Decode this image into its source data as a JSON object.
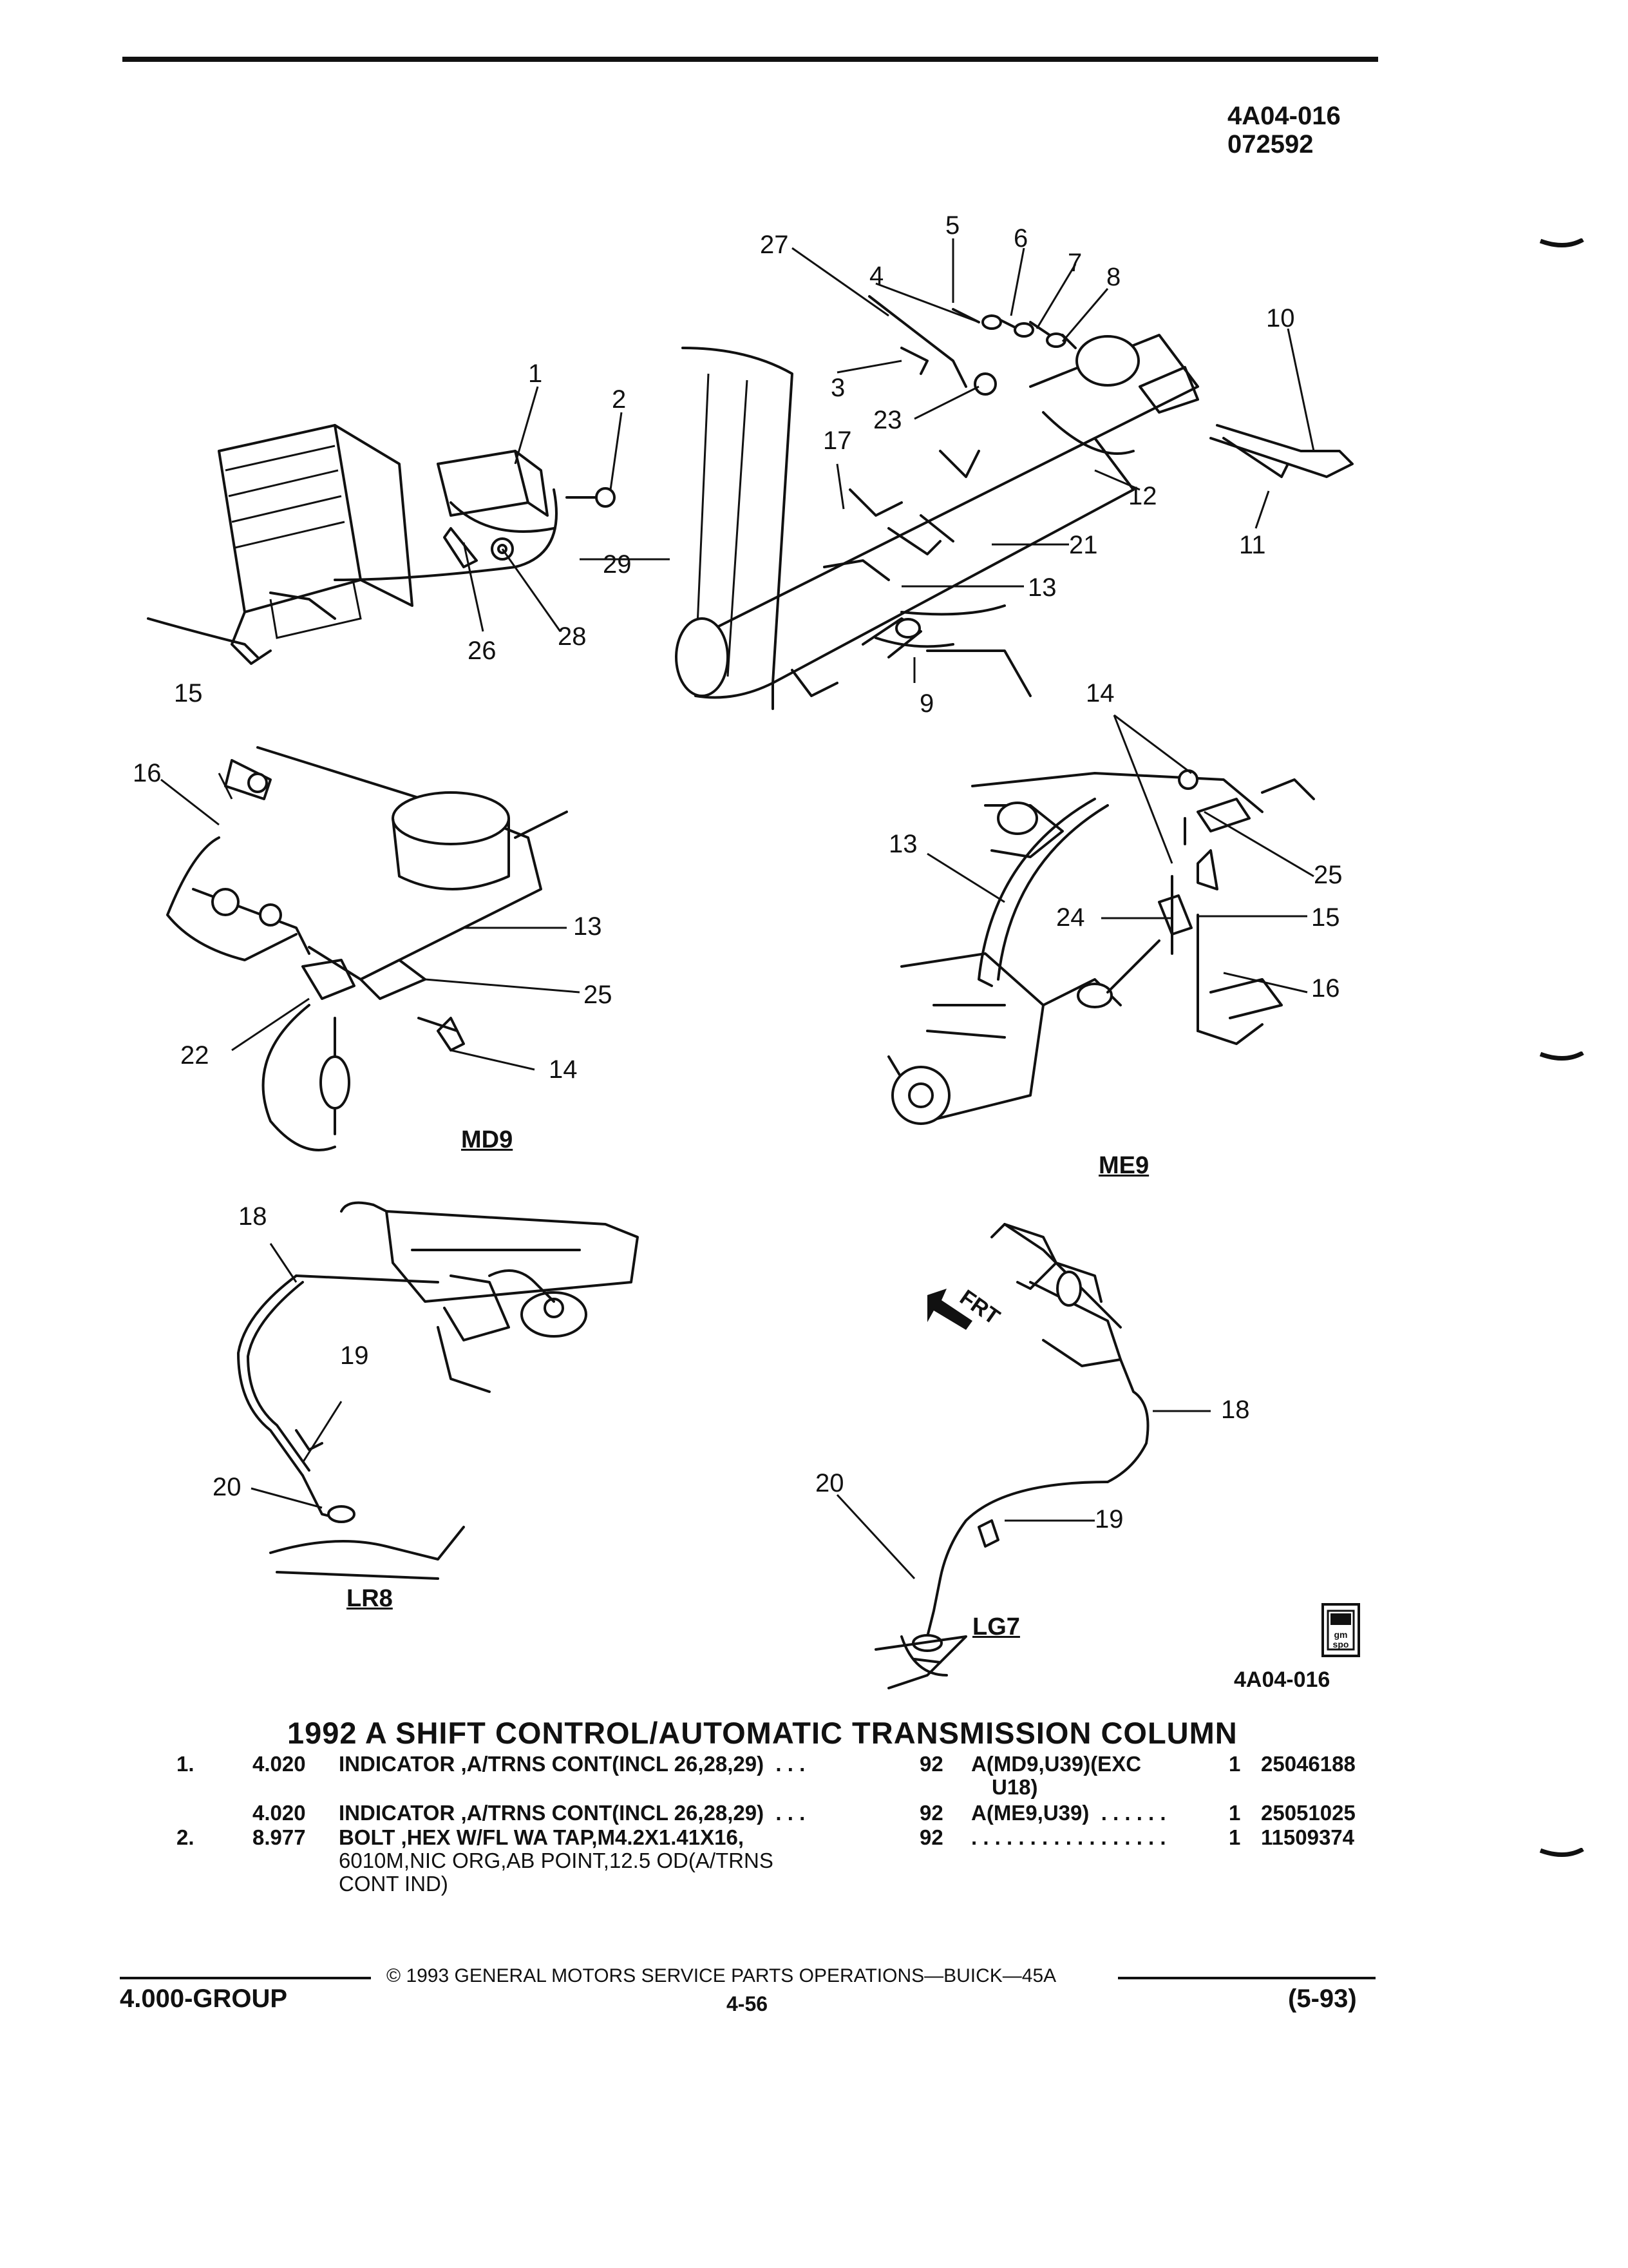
{
  "header": {
    "doc_id": "4A04-016",
    "date_code": "072592"
  },
  "figure": {
    "callouts": {
      "c1": "1",
      "c2": "2",
      "c3": "3",
      "c4": "4",
      "c5": "5",
      "c6": "6",
      "c7": "7",
      "c8": "8",
      "c9": "9",
      "c10": "10",
      "c11": "11",
      "c12": "12",
      "c13a": "13",
      "c13b": "13",
      "c13c": "13",
      "c14a": "14",
      "c14b": "14",
      "c15a": "15",
      "c15b": "15",
      "c16a": "16",
      "c16b": "16",
      "c17": "17",
      "c18a": "18",
      "c18b": "18",
      "c19a": "19",
      "c19b": "19",
      "c20a": "20",
      "c20b": "20",
      "c21": "21",
      "c22": "22",
      "c23": "23",
      "c24": "24",
      "c25a": "25",
      "c25b": "25",
      "c26": "26",
      "c27": "27",
      "c28": "28",
      "c29": "29"
    },
    "variants": {
      "md9": "MD9",
      "me9": "ME9",
      "lr8": "LR8",
      "lg7": "LG7"
    },
    "frt_label": "FRT",
    "logo_text": "gm spo",
    "figure_id": "4A04-016"
  },
  "section_title": "1992 A SHIFT CONTROL/AUTOMATIC TRANSMISSION COLUMN",
  "parts": [
    {
      "item": "1.",
      "group": "4.020",
      "desc": "INDICATOR ,A/TRNS CONT(INCL 26,28,29)  . . .",
      "year": "92",
      "usage": "A(MD9,U39)(EXC",
      "usage2": "U18)",
      "qty": "1",
      "part_no": "25046188"
    },
    {
      "item": "",
      "group": "4.020",
      "desc": "INDICATOR ,A/TRNS CONT(INCL 26,28,29)  . . .",
      "year": "92",
      "usage": "A(ME9,U39)  . . . . . .",
      "usage2": "",
      "qty": "1",
      "part_no": "25051025"
    },
    {
      "item": "2.",
      "group": "8.977",
      "desc": "BOLT ,HEX W/FL WA TAP,M4.2X1.41X16,",
      "desc2": "6010M,NIC ORG,AB POINT,12.5 OD(A/TRNS",
      "desc3": "CONT IND)",
      "year": "92",
      "usage": ". . . . . . . . . . . . . . . . .",
      "usage2": "",
      "qty": "1",
      "part_no": "11509374"
    }
  ],
  "footer": {
    "copyright": "©  1993  GENERAL MOTORS SERVICE PARTS OPERATIONS—BUICK—45A",
    "group": "4.000-GROUP",
    "page": "4-56",
    "revision": "(5-93)"
  }
}
